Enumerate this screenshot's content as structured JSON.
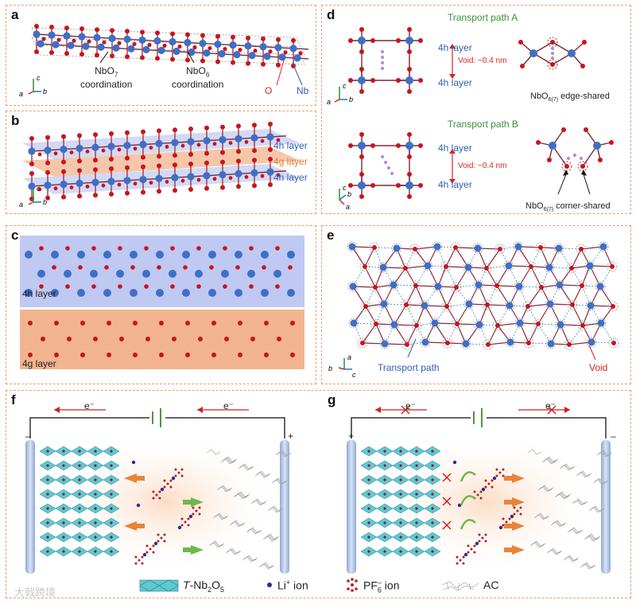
{
  "panels": {
    "a": {
      "label": "a",
      "nbo7": "NbO",
      "nbo7_sub": "7",
      "nbo7_line2": "coordination",
      "nbo6": "NbO",
      "nbo6_sub": "6",
      "nbo6_line2": "coordination",
      "o": "O",
      "nb": "Nb"
    },
    "b": {
      "label": "b",
      "layers": [
        "4h layer",
        "4g layer",
        "4h layer"
      ]
    },
    "c": {
      "label": "c",
      "top_layer": "4h layer",
      "bottom_layer": "4g layer"
    },
    "d": {
      "label": "d",
      "path_a": "Transport path A",
      "path_b": "Transport path B",
      "layer_top": "4h layer",
      "layer_bottom": "4h layer",
      "void": "Void: ~0.4 nm",
      "edge_prefix": "NbO",
      "edge_sub": "6(7)",
      "edge_suffix": " edge-shared",
      "corner_prefix": "NbO",
      "corner_sub": "6(7)",
      "corner_suffix": " corner-shared"
    },
    "e": {
      "label": "e",
      "transport": "Transport path",
      "void": "Void"
    },
    "f": {
      "label": "f",
      "electron": "e⁻",
      "minus": "–",
      "plus": "+"
    },
    "g": {
      "label": "g",
      "electron": "e⁻",
      "minus": "–",
      "plus": "+"
    }
  },
  "axes": {
    "a": "a",
    "b": "b",
    "c": "c"
  },
  "legend": {
    "nb2o5_italic": "T",
    "nb2o5_rest": "-Nb",
    "nb2o5_sub1": "2",
    "nb2o5_o": "O",
    "nb2o5_sub2": "5",
    "li_prefix": "Li",
    "li_sup": "+",
    "li_suffix": " ion",
    "pf_prefix": "PF",
    "pf_sub": "6",
    "pf_sup": "–",
    "pf_suffix": " ion",
    "ac": "AC"
  },
  "watermark": "大戟跨境",
  "colors": {
    "nb": "#3e6fc6",
    "o": "#c8141e",
    "border": "#e8a070",
    "layer4h": "#bfc9f2",
    "layer4g": "#f2b48e"
  }
}
